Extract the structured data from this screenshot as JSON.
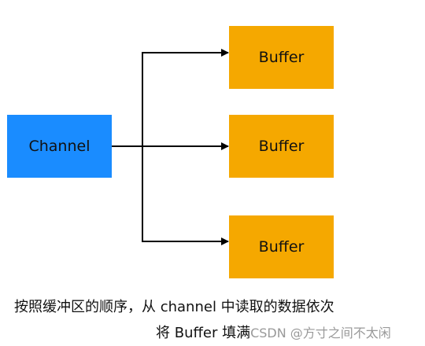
{
  "colors": {
    "channel_fill": "#1a8cff",
    "buffer_fill": "#f5a800",
    "line": "#000000"
  },
  "nodes": {
    "channel": "Channel",
    "buffers": [
      "Buffer",
      "Buffer",
      "Buffer"
    ]
  },
  "caption": {
    "line1": "按照缓冲区的顺序，从 channel 中读取的数据依次",
    "line2": "将 Buffer 填满",
    "watermark": "CSDN @方寸之间不太闲"
  }
}
